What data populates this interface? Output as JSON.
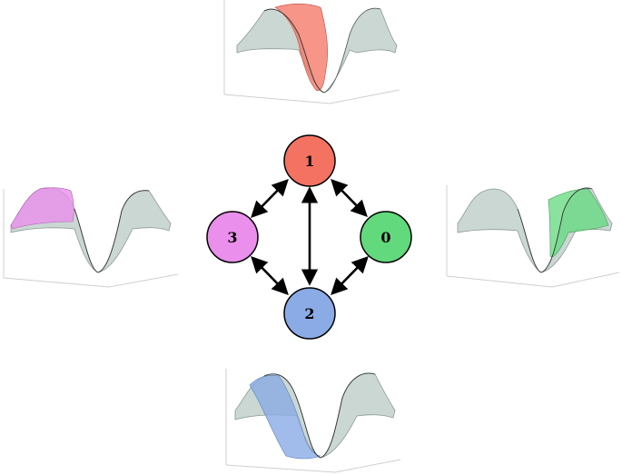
{
  "nodes": [
    {
      "id": "1",
      "label": "1",
      "color": "#f47262"
    },
    {
      "id": "0",
      "label": "0",
      "color": "#62d97d"
    },
    {
      "id": "2",
      "label": "2",
      "color": "#8aabe5"
    },
    {
      "id": "3",
      "label": "3",
      "color": "#ea8fec"
    }
  ],
  "edges": [
    {
      "from": "1",
      "to": "3"
    },
    {
      "from": "1",
      "to": "0"
    },
    {
      "from": "1",
      "to": "2"
    },
    {
      "from": "3",
      "to": "2"
    },
    {
      "from": "0",
      "to": "2"
    }
  ],
  "surface_panels": [
    {
      "node": "1",
      "highlight_color": "#f47262"
    },
    {
      "node": "3",
      "highlight_color": "#ea8fec"
    },
    {
      "node": "0",
      "highlight_color": "#62d97d"
    },
    {
      "node": "2",
      "highlight_color": "#8aabe5"
    }
  ],
  "surface_base_color": "#b9c9c4"
}
